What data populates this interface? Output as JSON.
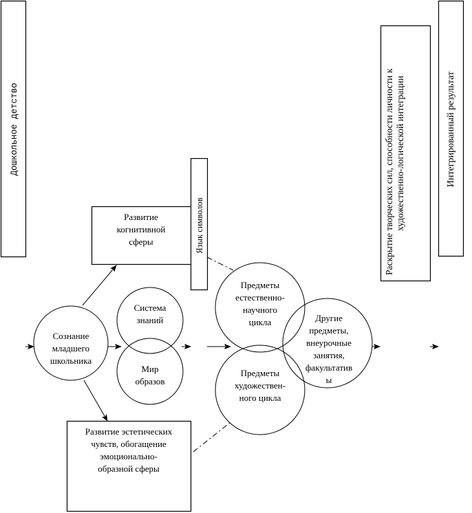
{
  "diagram": {
    "title": "Integration scheme of junior schoolchild consciousness development",
    "stages": {
      "preschool": "Дошкольное детство",
      "disclosure": [
        "Раскрытие творческих сил, способности личности к",
        "художественно-логической интеграции"
      ],
      "result": "Интегрированный результат"
    },
    "boxes": {
      "cognitive": [
        "Развитие",
        "когнитивной",
        "сферы"
      ],
      "symbols": "Язык символов",
      "aesthetic": [
        "Развитие эстетических",
        "чувств, обогащение",
        "эмоционально-",
        "образной сферы"
      ]
    },
    "circles": {
      "consciousness": [
        "Сознание",
        "младшего",
        "школьника"
      ],
      "knowledge": [
        "Система",
        "знаний"
      ],
      "images": [
        "Мир",
        "образов"
      ],
      "natural_science": [
        "Предметы",
        "естественно-",
        "научного",
        "цикла"
      ],
      "art": [
        "Предметы",
        "художествен-",
        "ного цикла"
      ],
      "other": [
        "Другие",
        "предметы,",
        "внеурочные",
        "занятия,",
        "факультатив",
        "ы"
      ]
    }
  }
}
